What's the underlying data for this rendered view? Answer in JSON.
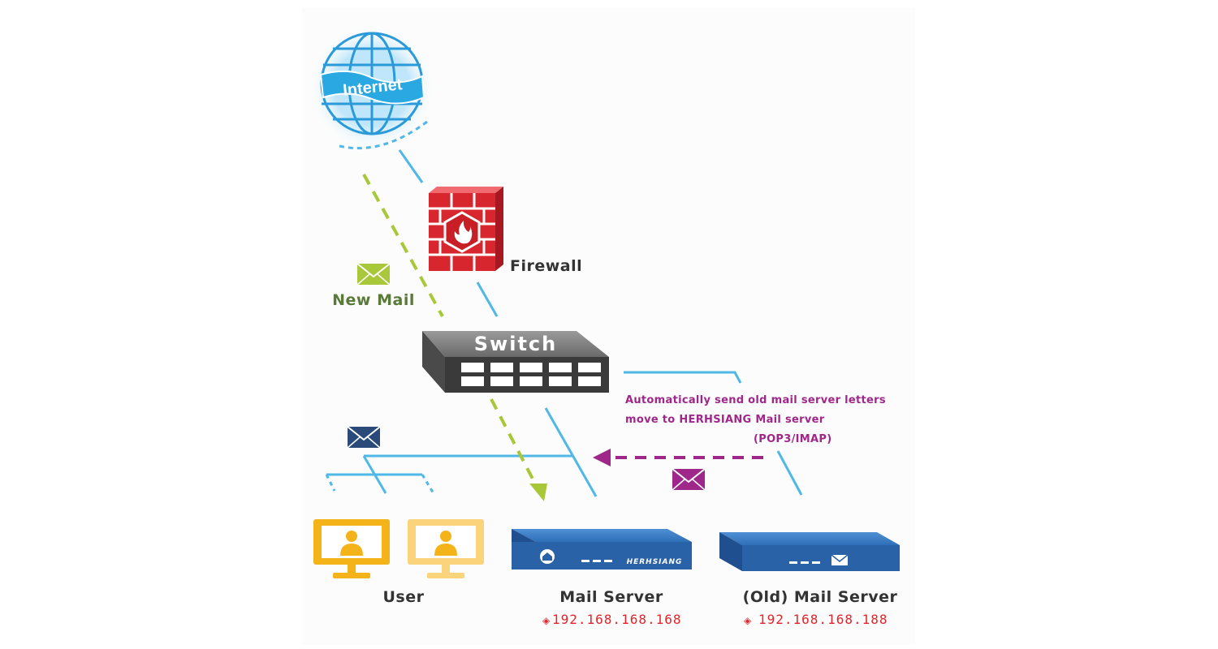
{
  "diagram": {
    "title": "Mail server migration network topology",
    "nodes": {
      "internet": {
        "label": "Internet",
        "icon": "globe-icon"
      },
      "firewall": {
        "label": "Firewall",
        "icon": "firewall-icon"
      },
      "switch": {
        "label": "Switch",
        "icon": "network-switch-icon"
      },
      "user": {
        "label": "User",
        "icon": "computer-monitor-icon",
        "count": 2
      },
      "mail_server": {
        "label": "Mail Server",
        "ip": "192.168.168.168",
        "brand": "HERHSIANG",
        "icon": "mail-server-appliance-icon"
      },
      "old_mail_server": {
        "label": "(Old) Mail Server",
        "ip": "192.168.168.188",
        "icon": "mail-server-appliance-icon"
      }
    },
    "annotations": {
      "new_mail": "New Mail",
      "migration_line1": "Automatically send old mail server letters",
      "migration_line2": "move to HERHSIANG Mail server",
      "migration_line3": "(POP3/IMAP)",
      "ip_marker": "◈"
    },
    "flows": [
      {
        "name": "new-mail-flow",
        "from": "Internet",
        "to": "Mail Server",
        "style": "dashed",
        "color": "#a8c83a"
      },
      {
        "name": "migration-flow",
        "from": "(Old) Mail Server",
        "to": "Mail Server",
        "style": "dashed",
        "color": "#a0278a",
        "protocol": "POP3/IMAP"
      }
    ],
    "colors": {
      "link": "#4fb8e6",
      "new_mail": "#a8c83a",
      "migration": "#a0278a",
      "firewall": "#d8262e",
      "switch": "#5a5a5a",
      "server": "#2a62a8",
      "user": "#f5b31a",
      "ip": "#e0262b",
      "lan_mail": "#2a4a7a"
    }
  }
}
